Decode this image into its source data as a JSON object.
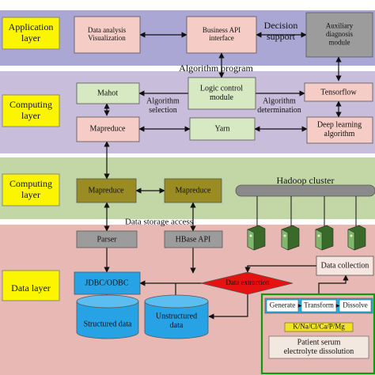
{
  "layers": {
    "application": "Application layer",
    "computing_1": "Computing layer",
    "computing_2": "Computing layer",
    "data": "Data layer"
  },
  "boxes": {
    "data_analysis": "Data analysis Visualization",
    "business_api": "Business API interface",
    "auxiliary": "Auxiliary diagnosis module",
    "mahot": "Mahot",
    "logic_control": "Logic control module",
    "tensorflow": "Tensorflow",
    "mapreduce_1": "Mapreduce",
    "yarn": "Yarn",
    "deep_learning": "Deep learning algorithm",
    "mapreduce_2": "Mapreduce",
    "mapreduce_3": "Mapreduce",
    "parser": "Parser",
    "hbase_api": "HBase API",
    "jdbc_odbc": "JDBC/ODBC",
    "data_extraction": "Data extraction",
    "data_collection": "Data collection",
    "structured": "Structured data",
    "unstructured": "Unstructured data",
    "generate": "Generate",
    "transform": "Transform",
    "dissolve": "Dissolve",
    "electrolytes": "K/Na/Cl/Ca/P/Mg",
    "patient_serum": "Patient serum electrolyte dissolution"
  },
  "labels": {
    "decision_support": "Decision support",
    "algorithm_program": "Algorithm program",
    "algorithm_selection": "Algorithm selection",
    "algorithm_determination": "Algorithm determination",
    "data_storage_access": "Data storage access",
    "hadoop_cluster": "Hadoop cluster"
  },
  "colors": {
    "application_band": "#aaa7d4",
    "computing_band_1": "#c9bddc",
    "computing_band_2": "#c3d7a6",
    "data_band": "#e8b8b5",
    "layer_label_bg": "#fcf500",
    "pink_box": "#f5ccc6",
    "light_green_box": "#d6e9c2",
    "olive_box": "#9a8c22",
    "gray_box": "#9c9c9c",
    "blue_box": "#27a3e5",
    "diamond": "#e61111",
    "green_frame": "#0f9a0f",
    "cyan_box": "#1fb2e5",
    "yellow_box": "#f2e326"
  }
}
